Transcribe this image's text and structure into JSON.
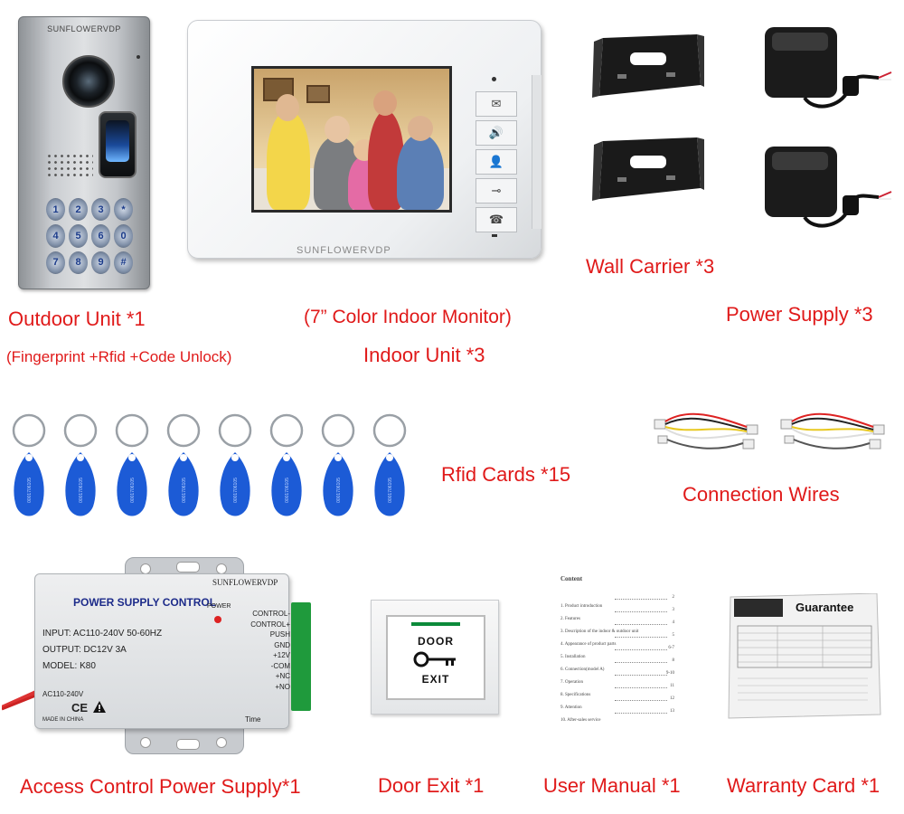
{
  "labels": {
    "outdoor_unit": "Outdoor Unit *1",
    "outdoor_unit_note": "(Fingerprint +Rfid +Code Unlock)",
    "monitor_note": "(7” Color Indoor Monitor)",
    "indoor_unit": "Indoor Unit *3",
    "wall_carrier": "Wall Carrier *3",
    "power_supply": "Power Supply *3",
    "rfid_cards": "Rfid Cards *15",
    "connection_wires": "Connection Wires",
    "access_control_power_supply": "Access Control Power Supply*1",
    "door_exit": "Door Exit *1",
    "user_manual": "User Manual *1",
    "warranty_card": "Warranty Card *1"
  },
  "colors": {
    "label": "#e01a1a",
    "rfid_blue": "#1c5bd6",
    "terminal_green": "#1f9a3c"
  },
  "outdoor": {
    "brand": "SUNFLOWERVDP",
    "keys": [
      "1",
      "2",
      "3",
      "*",
      "4",
      "5",
      "6",
      "0",
      "7",
      "8",
      "9",
      "#"
    ]
  },
  "monitor": {
    "brand": "SUNFLOWERVDP",
    "buttons": [
      "✉",
      "🔊",
      "👤",
      "⊸",
      "☎"
    ]
  },
  "rfid": {
    "count_shown": 8,
    "fob_text": "0001706105"
  },
  "psu": {
    "brand": "SUNFLOWERVDP",
    "title": "POWER SUPPLY CONTROL",
    "power": "POWER",
    "input": "INPUT: AC110-240V  50-60HZ",
    "output": "OUTPUT: DC12V  3A",
    "model": "MODEL: K80",
    "ac": "AC110-240V",
    "made": "MADE IN CHINA",
    "time": "Time",
    "terminals": [
      "CONTROL-",
      "CONTROL+",
      "PUSH",
      "GND",
      "+12V",
      "-COM",
      "+NC",
      "+NO"
    ]
  },
  "door": {
    "top": "DOOR",
    "bottom": "EXIT"
  },
  "manual": {
    "heading": "Content",
    "items": [
      "1.  Product introduction",
      "2.  Features",
      "3.  Description of the indoor & outdoor unit",
      "4.  Appearance of product parts",
      "5.  Installation",
      "6.  Connection(model A)",
      "7.  Operation",
      "8.  Specifications",
      "9.  Attention",
      "10. After-sales service"
    ],
    "pages": [
      "2",
      "3",
      "4",
      "5",
      "6-7",
      "8",
      "9-10",
      "11",
      "12",
      "13"
    ]
  },
  "warranty": {
    "title": "Guarantee"
  }
}
